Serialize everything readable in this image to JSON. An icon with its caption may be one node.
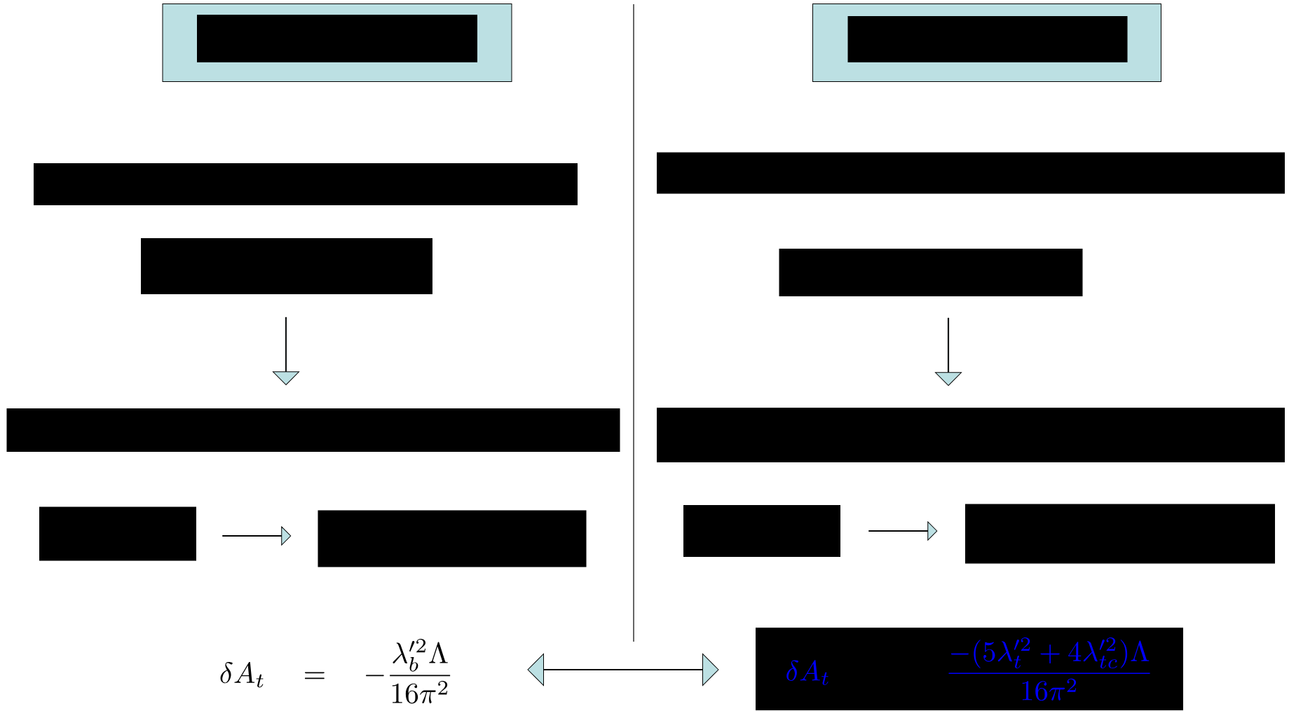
{
  "diagram": {
    "nodes": [
      {
        "text": [],
        "shape": "box"
      },
      {
        "text": [],
        "shape": "bar",
        "in": 0
      },
      {
        "text": [],
        "shape": "bar"
      },
      {
        "text": [],
        "shape": "bar"
      },
      {
        "text": [],
        "shape": "bar"
      },
      {
        "text": [],
        "shape": "bar"
      },
      {
        "text": [],
        "shape": "bar"
      },
      {
        "text": [],
        "shape": "box"
      },
      {
        "text": [],
        "shape": "bar",
        "in": 7
      },
      {
        "text": [],
        "shape": "bar"
      },
      {
        "text": [],
        "shape": "bar"
      },
      {
        "text": [],
        "shape": "bar"
      },
      {
        "text": [],
        "shape": "bar"
      },
      {
        "text": [],
        "shape": "bar"
      },
      {
        "text": [
          "\\delta A_t \\quad = \\quad -\\frac{\\lambda_b'^2\\Lambda}{16\\pi^2}"
        ]
      },
      {
        "text": [
          "\\delta A_t \\qquad\\qquad \\frac{-(5\\lambda_t'^2+4\\lambda_{tc}'^2)\\Lambda}{16\\pi^2}"
        ]
      }
    ],
    "edges": [
      {
        "from": 3,
        "to": 4,
        "arrow": "to"
      },
      {
        "from": 5,
        "to": 6,
        "arrow": "to"
      },
      {
        "from": 10,
        "to": 11,
        "arrow": "to"
      },
      {
        "from": 12,
        "to": 13,
        "arrow": "to"
      },
      {
        "from": 14,
        "to": 15,
        "arrow": "both"
      }
    ]
  }
}
